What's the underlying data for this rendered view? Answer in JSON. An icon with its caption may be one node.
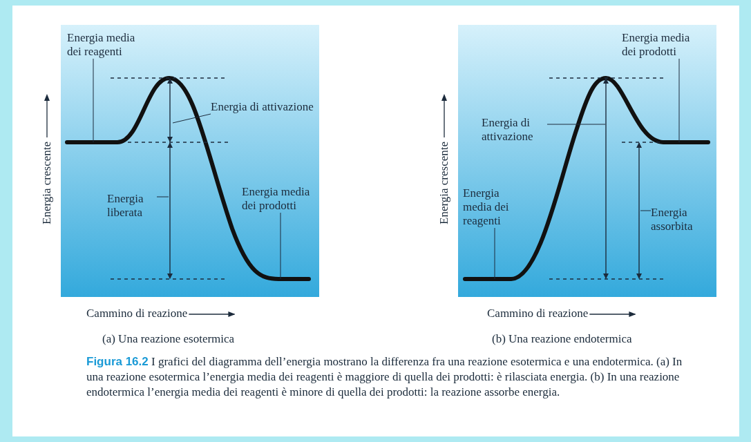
{
  "diagram": {
    "caption": "**Figura 16.2** I grafici del diagramma dell’energia mostrano la differenza fra una reazione esotermica e una endotermica. (a) In una reazione esotermica l’energia media dei reagenti è maggiore di quella dei prodotti: è rilasciata energia. (b) In una reazione endotermica l’energia media dei reagenti è minore di quella dei prodotti: la reazione assorbe energia.",
    "nodes": [
      {
        "text": [
          "Energia media dei reagenti"
        ]
      },
      {
        "text": [
          "Energia di attivazione"
        ]
      },
      {
        "text": [
          "Energia liberata"
        ]
      },
      {
        "text": [
          "Energia media dei prodotti"
        ]
      },
      {
        "text": [
          "Energia media dei prodotti"
        ]
      },
      {
        "text": [
          "Energia di attivazione"
        ]
      },
      {
        "text": [
          "Energia media dei reagenti"
        ]
      },
      {
        "text": [
          "Energia assorbita"
        ]
      }
    ],
    "edges": [
      {
        "from": 0,
        "to": null,
        "arrow": "none"
      },
      {
        "from": 1,
        "to": null,
        "arrow": "none"
      },
      {
        "from": 2,
        "to": null,
        "arrow": "none"
      },
      {
        "from": 3,
        "to": null,
        "arrow": "none"
      },
      {
        "from": 4,
        "to": null,
        "arrow": "none"
      },
      {
        "from": 5,
        "to": null,
        "arrow": "none"
      },
      {
        "from": 6,
        "to": null,
        "arrow": "none"
      },
      {
        "from": 7,
        "to": null,
        "arrow": "none"
      }
    ],
    "labels": [
      "Energia crescente",
      "Cammino di reazione",
      "(a) Una reazione esotermica",
      "Energia crescente",
      "Cammino di reazione",
      "(b) Una reazione endotermica"
    ]
  }
}
